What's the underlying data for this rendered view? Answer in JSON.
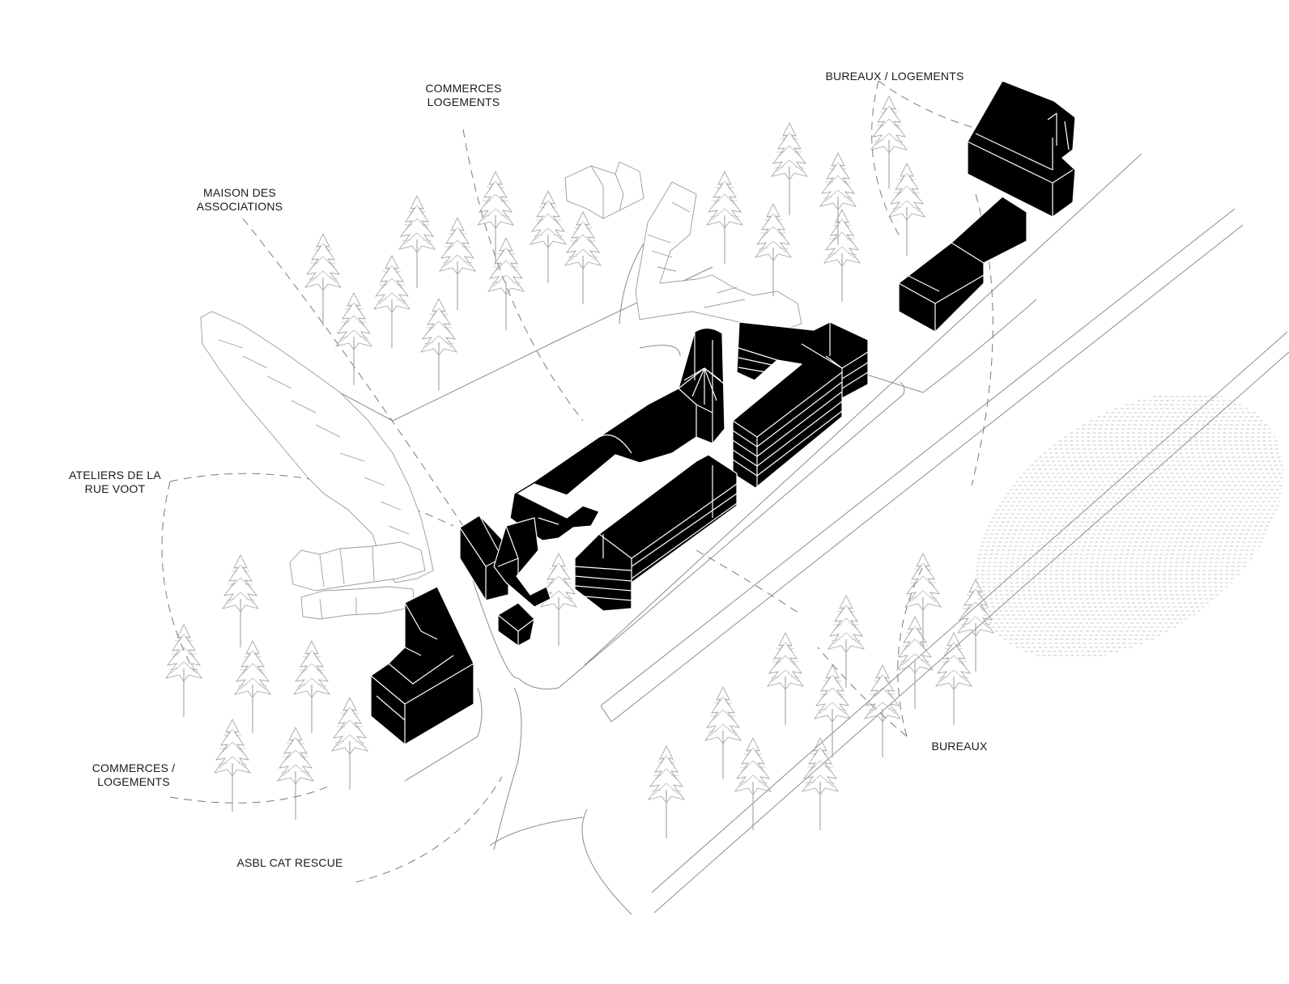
{
  "labels": {
    "maison": [
      "MAISON DES",
      "ASSOCIATIONS"
    ],
    "commerces_top": [
      "COMMERCES",
      "LOGEMENTS"
    ],
    "bureaux_logements": [
      "BUREAUX / LOGEMENTS"
    ],
    "ateliers": [
      "ATELIERS DE LA",
      "RUE VOOT"
    ],
    "commerces_bottom": [
      "COMMERCES /",
      "LOGEMENTS"
    ],
    "bureaux": [
      "BUREAUX"
    ],
    "asbl": [
      "ASBL CAT RESCUE"
    ]
  },
  "colors": {
    "building": "#000000",
    "context_building": "#9a9a9a",
    "tree": "#a8a8a8",
    "road": "#8c8c8c",
    "leader": "#7a7a7a",
    "hatch": "#c9c9c9"
  }
}
